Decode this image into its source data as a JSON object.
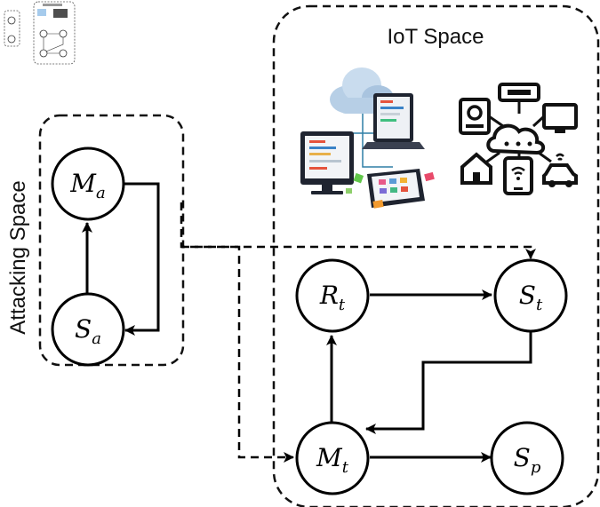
{
  "spaces": {
    "iot": {
      "title": "IoT Space"
    },
    "attacking": {
      "title": "Attacking Space"
    }
  },
  "nodes": {
    "Ma": {
      "main": "M",
      "sub": "a"
    },
    "Sa": {
      "main": "S",
      "sub": "a"
    },
    "Rt": {
      "main": "R",
      "sub": "t"
    },
    "St": {
      "main": "S",
      "sub": "t"
    },
    "Mt": {
      "main": "M",
      "sub": "t"
    },
    "Sp": {
      "main": "S",
      "sub": "p"
    }
  },
  "edges": [
    {
      "from": "Sa",
      "to": "Ma",
      "style": "solid"
    },
    {
      "from": "Ma",
      "to": "Sa",
      "style": "solid"
    },
    {
      "from": "Rt",
      "to": "St",
      "style": "solid"
    },
    {
      "from": "St",
      "to": "Mt",
      "style": "solid"
    },
    {
      "from": "Mt",
      "to": "Rt",
      "style": "solid"
    },
    {
      "from": "Mt",
      "to": "Sp",
      "style": "solid"
    },
    {
      "from": "Ma",
      "to": "St",
      "style": "dashed"
    },
    {
      "from": "Ma",
      "to": "Mt",
      "style": "dashed"
    }
  ],
  "icons": {
    "thumbnail": "diagram-thumbnail-icon",
    "cloud_devices": "cloud-devices-icon",
    "iot_network": "iot-network-icon"
  }
}
